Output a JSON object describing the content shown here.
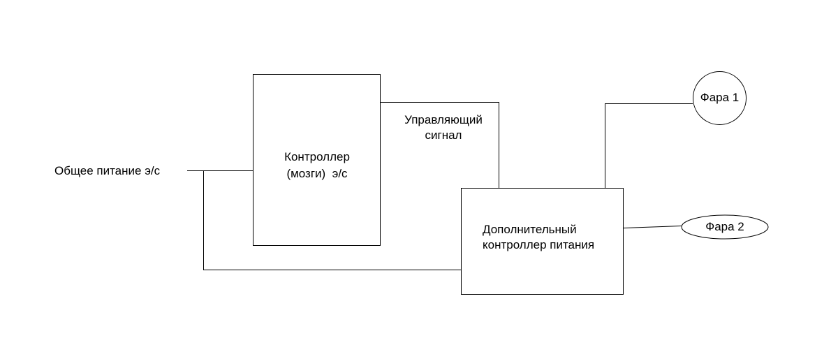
{
  "diagram": {
    "power_label": "Общее питание э/с",
    "controller": {
      "line1": "Контроллер",
      "line2": "(мозги)  э/с"
    },
    "signal": {
      "line1": "Управляющий",
      "line2": "сигнал"
    },
    "extra_controller": {
      "line1": "Дополнительный",
      "line2": "контроллер питания"
    },
    "headlight1": "Фара 1",
    "headlight2": "Фара 2"
  }
}
